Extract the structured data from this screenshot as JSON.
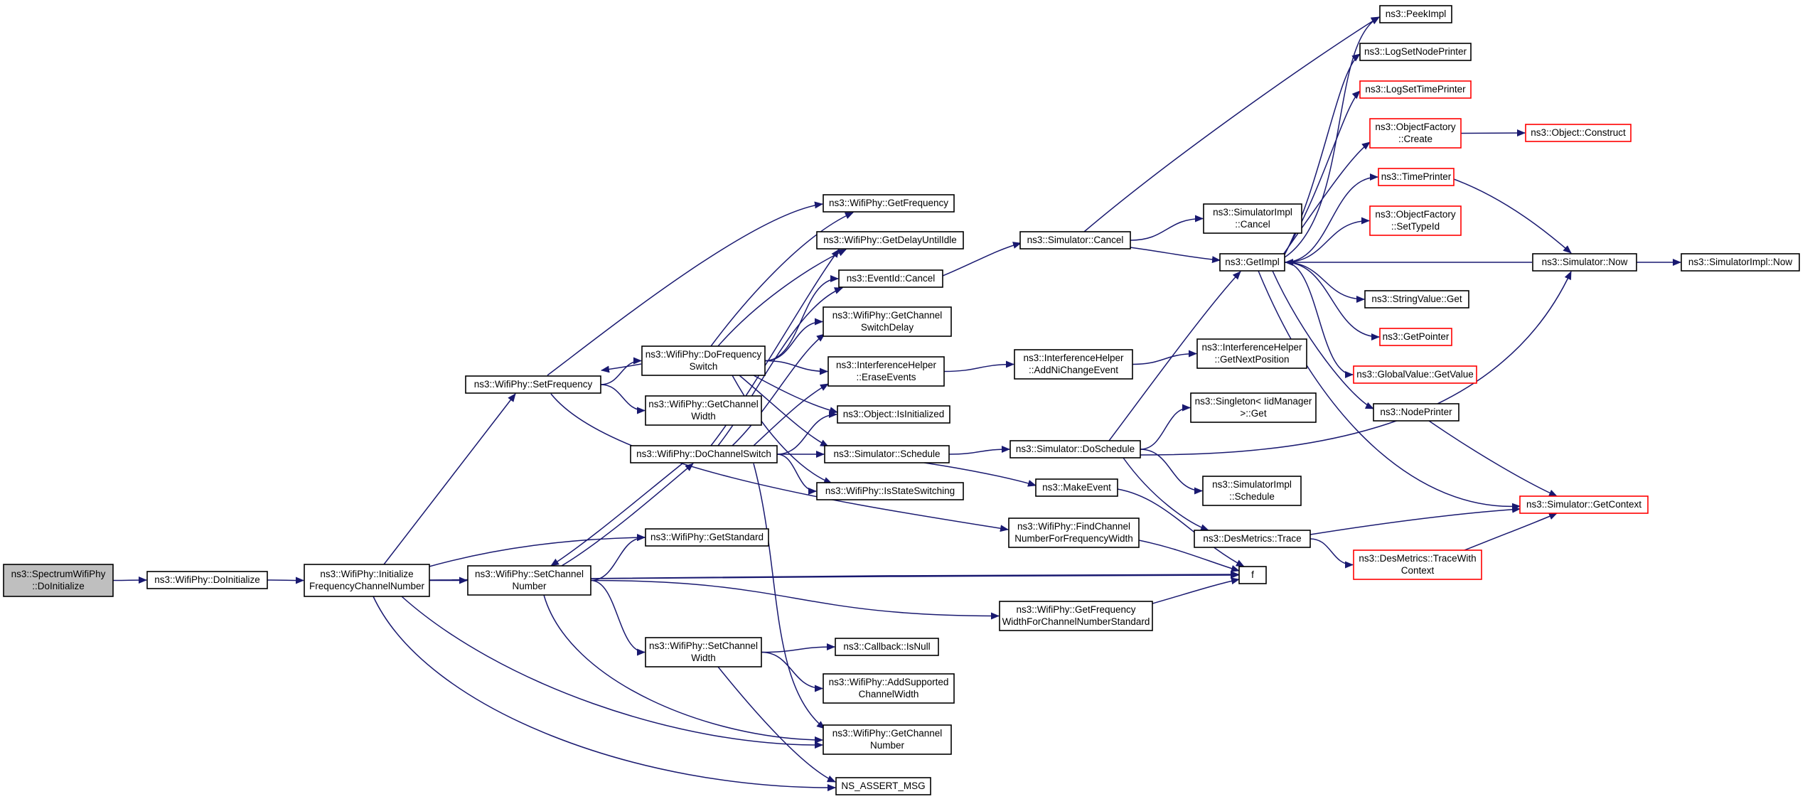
{
  "colors": {
    "edge": "#191970",
    "node_border": "#000000",
    "node_border_truncated": "#ff0000",
    "root_fill": "#bfbfbf",
    "node_fill": "#ffffff",
    "text": "#000000"
  },
  "nodes": [
    {
      "id": "spectrum_doinit",
      "lines": [
        "ns3::SpectrumWifiPhy",
        "::DoInitialize"
      ],
      "root": true
    },
    {
      "id": "wifi_doinit",
      "lines": [
        "ns3::WifiPhy::DoInitialize"
      ]
    },
    {
      "id": "init_freq",
      "lines": [
        "ns3::WifiPhy::Initialize",
        "FrequencyChannelNumber"
      ]
    },
    {
      "id": "set_freq",
      "lines": [
        "ns3::WifiPhy::SetFrequency"
      ]
    },
    {
      "id": "do_freq_switch",
      "lines": [
        "ns3::WifiPhy::DoFrequency",
        "Switch"
      ]
    },
    {
      "id": "get_channel_width",
      "lines": [
        "ns3::WifiPhy::GetChannel",
        "Width"
      ]
    },
    {
      "id": "do_channel_switch",
      "lines": [
        "ns3::WifiPhy::DoChannelSwitch"
      ]
    },
    {
      "id": "get_standard",
      "lines": [
        "ns3::WifiPhy::GetStandard"
      ]
    },
    {
      "id": "set_channel_number",
      "lines": [
        "ns3::WifiPhy::SetChannel",
        "Number"
      ]
    },
    {
      "id": "set_channel_width",
      "lines": [
        "ns3::WifiPhy::SetChannel",
        "Width"
      ]
    },
    {
      "id": "get_frequency",
      "lines": [
        "ns3::WifiPhy::GetFrequency"
      ]
    },
    {
      "id": "get_delay_until_idle",
      "lines": [
        "ns3::WifiPhy::GetDelayUntilIdle"
      ]
    },
    {
      "id": "eventid_cancel",
      "lines": [
        "ns3::EventId::Cancel"
      ]
    },
    {
      "id": "get_channel_switch_delay",
      "lines": [
        "ns3::WifiPhy::GetChannel",
        "SwitchDelay"
      ]
    },
    {
      "id": "erase_events",
      "lines": [
        "ns3::InterferenceHelper",
        "::EraseEvents"
      ]
    },
    {
      "id": "is_initialized",
      "lines": [
        "ns3::Object::IsInitialized"
      ]
    },
    {
      "id": "simulator_schedule",
      "lines": [
        "ns3::Simulator::Schedule"
      ]
    },
    {
      "id": "is_state_switching",
      "lines": [
        "ns3::WifiPhy::IsStateSwitching"
      ]
    },
    {
      "id": "callback_isnull",
      "lines": [
        "ns3::Callback::IsNull"
      ]
    },
    {
      "id": "add_supported_cw",
      "lines": [
        "ns3::WifiPhy::AddSupported",
        "ChannelWidth"
      ]
    },
    {
      "id": "get_channel_number",
      "lines": [
        "ns3::WifiPhy::GetChannel",
        "Number"
      ]
    },
    {
      "id": "ns_assert_msg",
      "lines": [
        "NS_ASSERT_MSG"
      ]
    },
    {
      "id": "simulator_cancel",
      "lines": [
        "ns3::Simulator::Cancel"
      ]
    },
    {
      "id": "add_ni_change_event",
      "lines": [
        "ns3::InterferenceHelper",
        "::AddNiChangeEvent"
      ]
    },
    {
      "id": "simulator_doschedule",
      "lines": [
        "ns3::Simulator::DoSchedule"
      ]
    },
    {
      "id": "make_event",
      "lines": [
        "ns3::MakeEvent"
      ]
    },
    {
      "id": "find_channel_number",
      "lines": [
        "ns3::WifiPhy::FindChannel",
        "NumberForFrequencyWidth"
      ]
    },
    {
      "id": "get_freq_width_for_cn",
      "lines": [
        "ns3::WifiPhy::GetFrequency",
        "WidthForChannelNumberStandard"
      ]
    },
    {
      "id": "simimpl_cancel",
      "lines": [
        "ns3::SimulatorImpl",
        "::Cancel"
      ]
    },
    {
      "id": "get_impl",
      "lines": [
        "ns3::GetImpl"
      ]
    },
    {
      "id": "get_next_position",
      "lines": [
        "ns3::InterferenceHelper",
        "::GetNextPosition"
      ]
    },
    {
      "id": "singleton_get",
      "lines": [
        "ns3::Singleton< IidManager",
        " >::Get"
      ]
    },
    {
      "id": "simimpl_schedule",
      "lines": [
        "ns3::SimulatorImpl",
        "::Schedule"
      ]
    },
    {
      "id": "desmetrics_trace",
      "lines": [
        "ns3::DesMetrics::Trace"
      ]
    },
    {
      "id": "f",
      "lines": [
        "f"
      ]
    },
    {
      "id": "peek_impl",
      "lines": [
        "ns3::PeekImpl"
      ]
    },
    {
      "id": "log_set_node_printer",
      "lines": [
        "ns3::LogSetNodePrinter"
      ]
    },
    {
      "id": "log_set_time_printer",
      "lines": [
        "ns3::LogSetTimePrinter"
      ],
      "truncated": true
    },
    {
      "id": "objfactory_create",
      "lines": [
        "ns3::ObjectFactory",
        "::Create"
      ],
      "truncated": true
    },
    {
      "id": "time_printer",
      "lines": [
        "ns3::TimePrinter"
      ],
      "truncated": true
    },
    {
      "id": "objfactory_settypeid",
      "lines": [
        "ns3::ObjectFactory",
        "::SetTypeId"
      ],
      "truncated": true
    },
    {
      "id": "stringvalue_get",
      "lines": [
        "ns3::StringValue::Get"
      ]
    },
    {
      "id": "get_pointer",
      "lines": [
        "ns3::GetPointer"
      ],
      "truncated": true
    },
    {
      "id": "globalvalue_getvalue",
      "lines": [
        "ns3::GlobalValue::GetValue"
      ],
      "truncated": true
    },
    {
      "id": "node_printer",
      "lines": [
        "ns3::NodePrinter"
      ]
    },
    {
      "id": "trace_with_context",
      "lines": [
        "ns3::DesMetrics::TraceWith",
        "Context"
      ],
      "truncated": true
    },
    {
      "id": "object_construct",
      "lines": [
        "ns3::Object::Construct"
      ],
      "truncated": true
    },
    {
      "id": "simulator_now",
      "lines": [
        "ns3::Simulator::Now"
      ]
    },
    {
      "id": "simulator_getcontext",
      "lines": [
        "ns3::Simulator::GetContext"
      ],
      "truncated": true
    },
    {
      "id": "simimpl_now",
      "lines": [
        "ns3::SimulatorImpl::Now"
      ]
    }
  ],
  "edges": [
    [
      "spectrum_doinit",
      "wifi_doinit"
    ],
    [
      "wifi_doinit",
      "init_freq"
    ],
    [
      "init_freq",
      "set_freq"
    ],
    [
      "init_freq",
      "get_standard"
    ],
    [
      "init_freq",
      "set_channel_number"
    ],
    [
      "init_freq",
      "f"
    ],
    [
      "init_freq",
      "get_channel_number"
    ],
    [
      "init_freq",
      "ns_assert_msg"
    ],
    [
      "set_freq",
      "do_freq_switch"
    ],
    [
      "set_freq",
      "get_frequency"
    ],
    [
      "set_freq",
      "get_channel_width"
    ],
    [
      "set_freq",
      "find_channel_number"
    ],
    [
      "do_freq_switch",
      "set_freq"
    ],
    [
      "do_freq_switch",
      "get_frequency"
    ],
    [
      "do_freq_switch",
      "get_delay_until_idle"
    ],
    [
      "do_freq_switch",
      "eventid_cancel"
    ],
    [
      "do_freq_switch",
      "get_channel_switch_delay"
    ],
    [
      "do_freq_switch",
      "erase_events"
    ],
    [
      "do_freq_switch",
      "is_initialized"
    ],
    [
      "do_freq_switch",
      "simulator_schedule"
    ],
    [
      "do_freq_switch",
      "is_state_switching"
    ],
    [
      "set_channel_number",
      "do_channel_switch"
    ],
    [
      "set_channel_number",
      "get_standard"
    ],
    [
      "set_channel_number",
      "f"
    ],
    [
      "set_channel_number",
      "set_channel_width"
    ],
    [
      "set_channel_number",
      "get_freq_width_for_cn"
    ],
    [
      "set_channel_number",
      "get_channel_number"
    ],
    [
      "do_channel_switch",
      "set_channel_number"
    ],
    [
      "do_channel_switch",
      "get_delay_until_idle"
    ],
    [
      "do_channel_switch",
      "eventid_cancel"
    ],
    [
      "do_channel_switch",
      "get_channel_switch_delay"
    ],
    [
      "do_channel_switch",
      "erase_events"
    ],
    [
      "do_channel_switch",
      "is_initialized"
    ],
    [
      "do_channel_switch",
      "simulator_schedule"
    ],
    [
      "do_channel_switch",
      "is_state_switching"
    ],
    [
      "do_channel_switch",
      "get_channel_number"
    ],
    [
      "set_channel_width",
      "callback_isnull"
    ],
    [
      "set_channel_width",
      "add_supported_cw"
    ],
    [
      "set_channel_width",
      "ns_assert_msg"
    ],
    [
      "eventid_cancel",
      "simulator_cancel"
    ],
    [
      "erase_events",
      "add_ni_change_event"
    ],
    [
      "simulator_schedule",
      "simulator_doschedule"
    ],
    [
      "simulator_schedule",
      "make_event"
    ],
    [
      "make_event",
      "f"
    ],
    [
      "find_channel_number",
      "f"
    ],
    [
      "get_freq_width_for_cn",
      "f"
    ],
    [
      "simulator_cancel",
      "simimpl_cancel"
    ],
    [
      "simulator_cancel",
      "get_impl"
    ],
    [
      "simulator_cancel",
      "peek_impl"
    ],
    [
      "add_ni_change_event",
      "get_next_position"
    ],
    [
      "simulator_doschedule",
      "get_impl"
    ],
    [
      "simulator_doschedule",
      "singleton_get"
    ],
    [
      "simulator_doschedule",
      "simimpl_schedule"
    ],
    [
      "simulator_doschedule",
      "desmetrics_trace"
    ],
    [
      "simulator_doschedule",
      "simulator_now"
    ],
    [
      "get_impl",
      "peek_impl"
    ],
    [
      "get_impl",
      "log_set_node_printer"
    ],
    [
      "get_impl",
      "log_set_time_printer"
    ],
    [
      "get_impl",
      "objfactory_create"
    ],
    [
      "get_impl",
      "time_printer"
    ],
    [
      "get_impl",
      "objfactory_settypeid"
    ],
    [
      "get_impl",
      "stringvalue_get"
    ],
    [
      "get_impl",
      "get_pointer"
    ],
    [
      "get_impl",
      "globalvalue_getvalue"
    ],
    [
      "get_impl",
      "node_printer"
    ],
    [
      "get_impl",
      "simulator_getcontext"
    ],
    [
      "desmetrics_trace",
      "trace_with_context"
    ],
    [
      "desmetrics_trace",
      "simulator_getcontext"
    ],
    [
      "trace_with_context",
      "simulator_getcontext"
    ],
    [
      "objfactory_create",
      "object_construct"
    ],
    [
      "time_printer",
      "simulator_now"
    ],
    [
      "node_printer",
      "simulator_getcontext"
    ],
    [
      "simulator_now",
      "get_impl"
    ],
    [
      "simulator_now",
      "simimpl_now"
    ]
  ]
}
